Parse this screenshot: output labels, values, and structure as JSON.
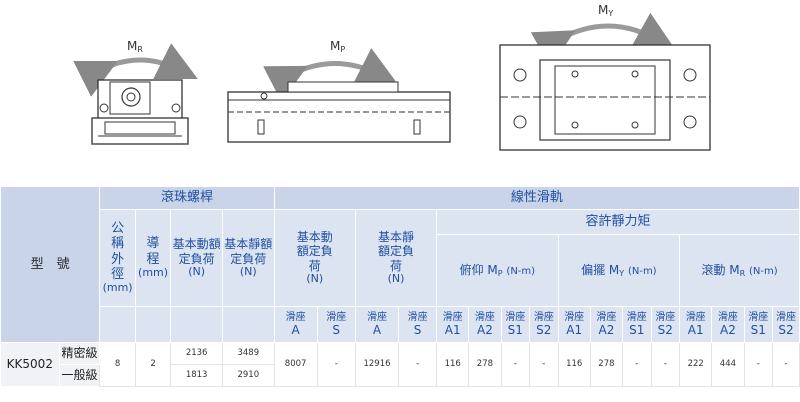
{
  "diagrams": {
    "mr_label": "M",
    "mr_sub": "R",
    "mp_label": "M",
    "mp_sub": "P",
    "my_label": "M",
    "my_sub": "Y"
  },
  "table": {
    "model_header": "型　號",
    "ballscrew_header": "滾珠螺桿",
    "guide_header": "線性滑軌",
    "moment_header": "容許靜力矩",
    "od_header": "公稱外徑",
    "od_unit": "(mm)",
    "lead_header": "導程",
    "lead_unit": "(mm)",
    "bs_dyn_header": "基本動額定負荷",
    "bs_dyn_unit": "(N)",
    "bs_sta_header": "基本靜額定負荷",
    "bs_sta_unit": "(N)",
    "lg_dyn_header": "基本動額定負荷",
    "lg_dyn_unit": "(N)",
    "lg_sta_header": "基本靜額定負荷",
    "lg_sta_unit": "(N)",
    "mp_header": "俯仰 M",
    "mp_sub": "P",
    "mp_unit": "(N-m)",
    "my_header": "偏擺 M",
    "my_sub": "Y",
    "my_unit": "(N-m)",
    "mr_header": "滾動 M",
    "mr_sub": "R",
    "mr_unit": "(N-m)",
    "slider_word": "滑座",
    "slider_cols": [
      "A",
      "S",
      "A",
      "S",
      "A1",
      "A2",
      "S1",
      "S2",
      "A1",
      "A2",
      "S1",
      "S2",
      "A1",
      "A2",
      "S1",
      "S2"
    ],
    "model": "KK5002",
    "grades": [
      "精密級",
      "一般級"
    ],
    "od_value": "8",
    "lead_value": "2",
    "bs_dyn_values": [
      "2136",
      "1813"
    ],
    "bs_sta_values": [
      "3489",
      "2910"
    ],
    "lg_dyn_a": "8007",
    "lg_dyn_s": "-",
    "lg_sta_a": "12916",
    "lg_sta_s": "-",
    "mp_values": [
      "116",
      "278",
      "-",
      "-"
    ],
    "my_values": [
      "116",
      "278",
      "-",
      "-"
    ],
    "mr_values": [
      "222",
      "444",
      "-",
      "-"
    ]
  }
}
